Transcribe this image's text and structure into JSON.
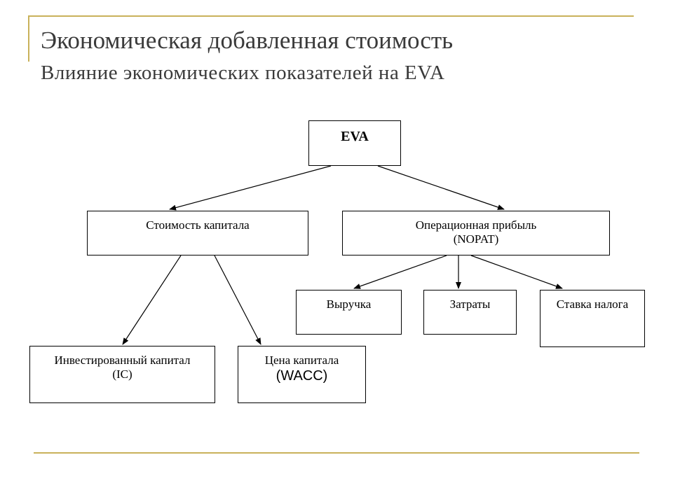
{
  "header": {
    "title": "Экономическая добавленная стоимость",
    "subtitle": "Влияние экономических показателей на EVA"
  },
  "diagram": {
    "root": {
      "label": "EVA"
    },
    "capital_cost": {
      "label": "Стоимость капитала"
    },
    "operating_profit": {
      "label": "Операционная прибыль",
      "sub": "(NOPAT)"
    },
    "revenue": {
      "label": "Выручка"
    },
    "expenses": {
      "label": "Затраты"
    },
    "tax_rate": {
      "label": "Ставка налога"
    },
    "invested_capital": {
      "label": "Инвестированный капитал",
      "sub": "(IC)"
    },
    "capital_price": {
      "label": "Цена капитала",
      "sub": "(WACC)"
    }
  }
}
